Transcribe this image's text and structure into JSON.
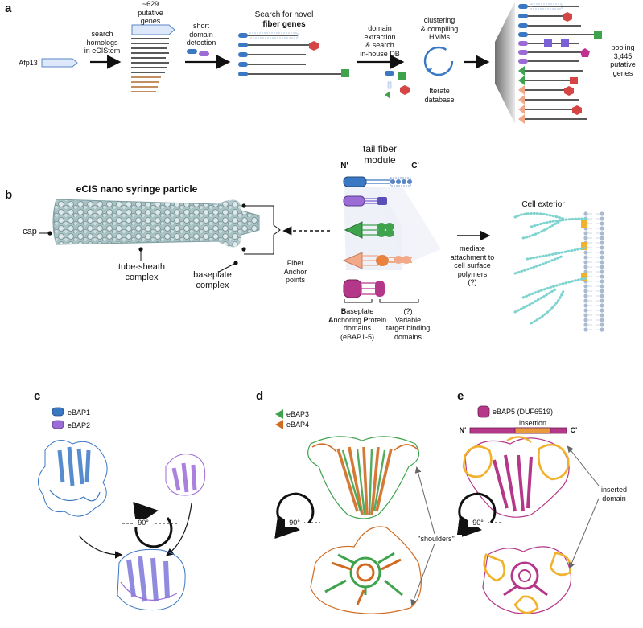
{
  "panel_labels": {
    "a": "a",
    "b": "b",
    "c": "c",
    "d": "d",
    "e": "e"
  },
  "panel_a": {
    "start_gene": "Afp13",
    "step1_lines": [
      "search",
      "homologs",
      "in eCIStem"
    ],
    "putative_lines": [
      "~629",
      "putative",
      "genes"
    ],
    "step2_lines": [
      "short",
      "domain",
      "detection"
    ],
    "search_title_line1": "Search for novel",
    "search_title_line2": "fiber genes",
    "step3_lines": [
      "domain",
      "extraction",
      "& search",
      "in-house DB"
    ],
    "cluster_lines": [
      "clustering",
      "& compiling",
      "HMMs"
    ],
    "iterate_lines": [
      "Iterate",
      "database"
    ],
    "pooling_lines": [
      "pooling",
      "3,445",
      "putative",
      "genes"
    ]
  },
  "panel_b": {
    "particle_title": "eCIS nano syringe particle",
    "cap": "cap",
    "tube_lines": [
      "tube-sheath",
      "complex"
    ],
    "baseplate_lines": [
      "baseplate",
      "complex"
    ],
    "anchor_lines": [
      "Fiber",
      "Anchor",
      "points"
    ],
    "module_title_line1": "tail fiber",
    "module_title_line2": "module",
    "n_term": "N'",
    "c_term": "C'",
    "bap_line1": "aseplate",
    "bap_letter1": "B",
    "bap_line2": "nchoring",
    "bap_letter2": "A",
    "bap_line2b": "rotein",
    "bap_letter3": "P",
    "bap_line3": "domains",
    "bap_line4": "(eBAP1-5)",
    "variable_lines": [
      "(?)",
      "Variable",
      "target binding",
      "domains"
    ],
    "mediate_lines": [
      "mediate",
      "attachment to",
      "cell surface",
      "polymers",
      "(?)"
    ],
    "cell_exterior": "Cell exterior"
  },
  "panel_c": {
    "legend": [
      "eBAP1",
      "eBAP2"
    ],
    "rotation": "90°"
  },
  "panel_d": {
    "legend": [
      "eBAP3",
      "eBAP4"
    ],
    "rotation": "90°",
    "shoulders": "\"shoulders\""
  },
  "panel_e": {
    "legend": "eBAP5 (DUF6519)",
    "insertion": "insertion",
    "n_term": "N'",
    "c_term": "C'",
    "rotation": "90°",
    "inserted_lines": [
      "inserted",
      "domain"
    ]
  },
  "colors": {
    "ebap1": "#3a78c4",
    "ebap2": "#9b6bd6",
    "ebap3": "#3fa34d",
    "ebap4": "#d06a20",
    "ebap5": "#b5378a",
    "insertion": "#e89a3c",
    "ebap_salmon": "#f2a98a",
    "ebap_pentagon": "#c0308f",
    "lattice": "#9fbcbf",
    "cell_polymer": "#7dd3cf",
    "membrane_head": "#a9b9cf",
    "anchor_gold": "#f1b12c",
    "hexagon_red": "#d64545",
    "green_box": "#3fa34d",
    "purple_box": "#7a62d6",
    "brown_gene": "#b06a2c"
  }
}
